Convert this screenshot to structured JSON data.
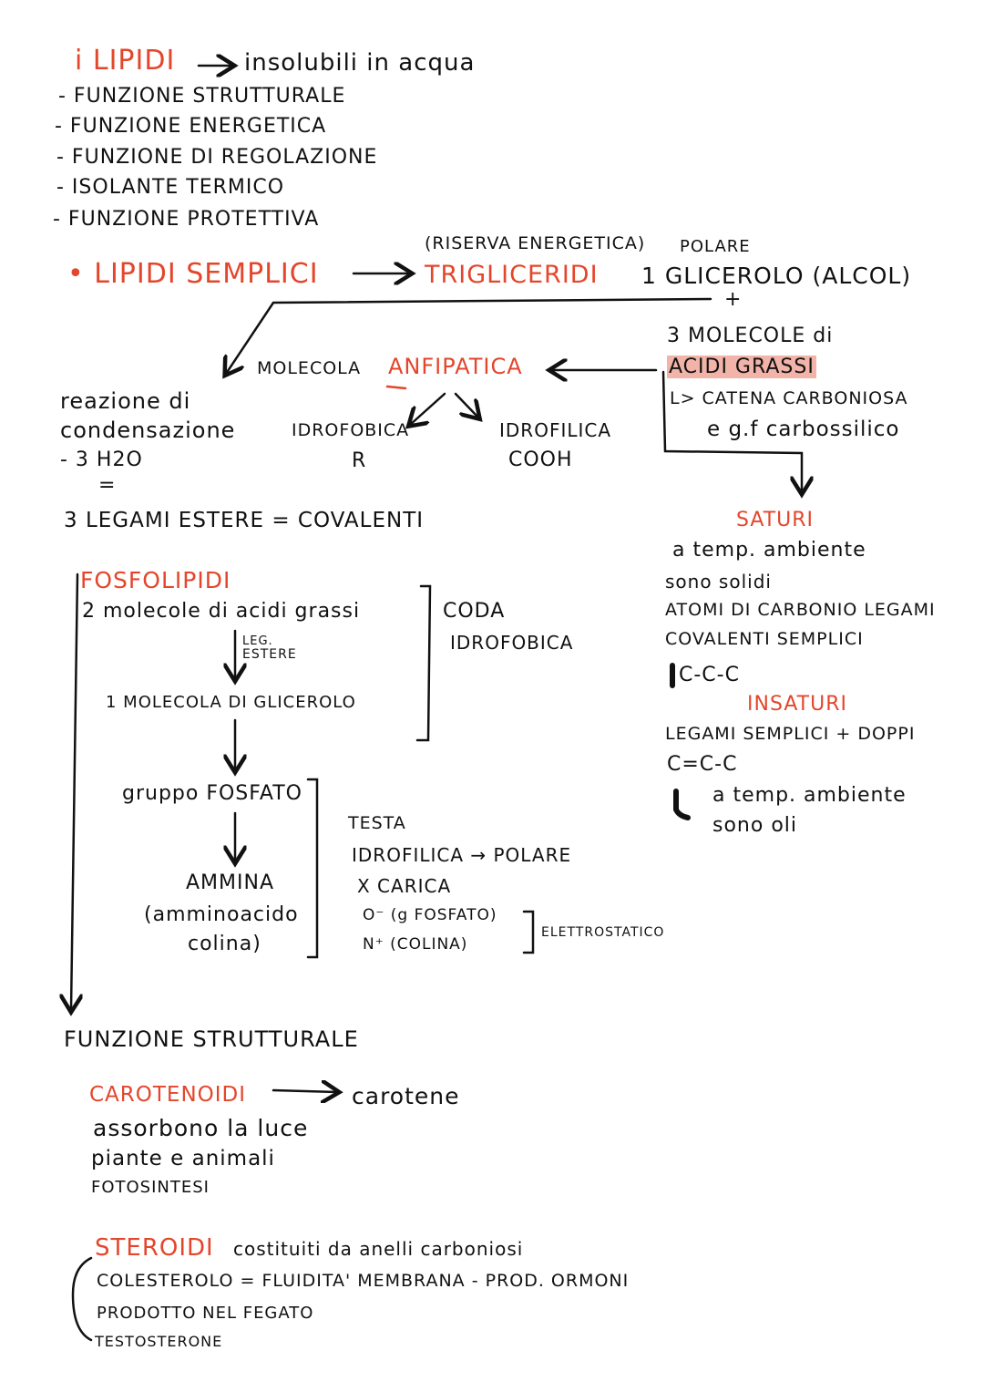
{
  "header": {
    "title": "i LIPIDI",
    "subtitle": "insolubili in acqua"
  },
  "functions": [
    "- FUNZIONE STRUTTURALE",
    "- FUNZIONE ENERGETICA",
    "- FUNZIONE DI REGOLAZIONE",
    "- ISOLANTE TERMICO",
    "- FUNZIONE PROTETTIVA"
  ],
  "simple": {
    "title": "• LIPIDI SEMPLICI",
    "riserva": "(RISERVA ENERGETICA)",
    "polare": "POLARE",
    "trigliceridi": "TRIGLICERIDI",
    "glicerolo": "1 GLICEROLO (ALCOL)",
    "plus": "+",
    "molecole": "3 MOLECOLE di",
    "acidi": "ACIDI GRASSI",
    "catena": "L> CATENA CARBONIOSA",
    "gf": "e g.f carbossilico",
    "molecola_label": "MOLECOLA",
    "anfipatica": "ANFIPATICA",
    "idrofobica": "IDROFOBICA",
    "r": "R",
    "idrofilica": "IDROFILICA",
    "cooh": "COOH",
    "reazione": "reazione di",
    "condensazione": "condensazione",
    "h2o": "- 3 H2O",
    "eq": "=",
    "legami": "3 LEGAMI ESTERE = COVALENTI"
  },
  "saturi": {
    "title": "SATURI",
    "lines": [
      "a temp. ambiente",
      "sono solidi",
      "ATOMI DI CARBONIO LEGAMI",
      "COVALENTI SEMPLICI",
      "C-C-C"
    ]
  },
  "insaturi": {
    "title": "INSATURI",
    "lines": [
      "LEGAMI SEMPLICI + DOPPI",
      "C=C-C",
      "a temp. ambiente",
      "sono oli"
    ]
  },
  "fosfolipidi": {
    "title": "FOSFOLIPIDI",
    "acidi": "2 molecole di acidi grassi",
    "leg": "LEG.",
    "estere": "ESTERE",
    "glicerolo": "1 MOLECOLA DI GLICEROLO",
    "coda": "CODA",
    "coda_idro": "IDROFOBICA",
    "fosfato": "gruppo FOSFATO",
    "ammina": "AMMINA",
    "amminoacido": "(amminoacido",
    "colina": "colina)",
    "testa": "TESTA",
    "idrofilica": "IDROFILICA → POLARE",
    "carica": "X CARICA",
    "o": "O⁻ (g FOSFATO)",
    "n": "N⁺ (COLINA)",
    "elettrostatico": "ELETTROSTATICO"
  },
  "funzione": "FUNZIONE STRUTTURALE",
  "carotenoidi": {
    "title": "CAROTENOIDI",
    "arrow_to": "carotene",
    "lines": [
      "assorbono la luce",
      "piante e animali",
      "FOTOSINTESI"
    ]
  },
  "steroidi": {
    "title": "STEROIDI",
    "desc": "costituiti da anelli carboniosi",
    "lines": [
      "COLESTEROLO = FLUIDITA' MEMBRANA - PROD. ORMONI",
      "PRODOTTO NEL FEGATO",
      "TESTOSTERONE"
    ]
  },
  "colors": {
    "accent": "#e4462b",
    "highlight": "#f2b3a8"
  }
}
